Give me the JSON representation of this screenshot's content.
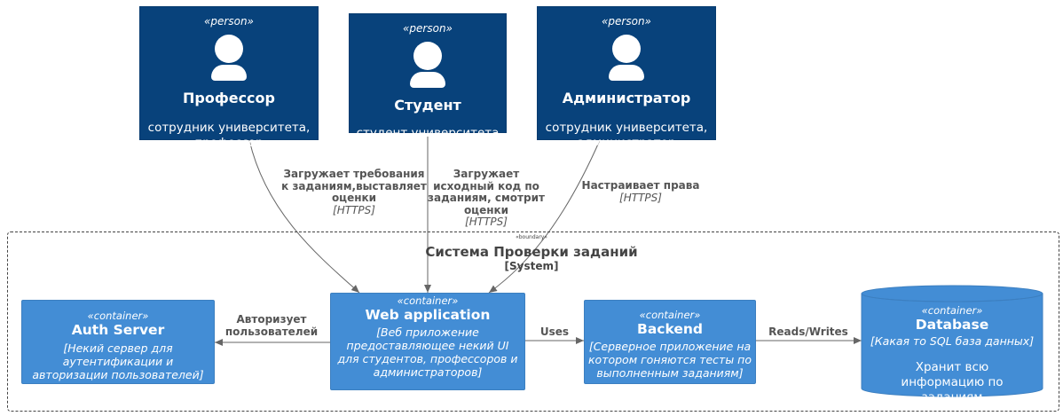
{
  "persons": {
    "professor": {
      "stereotype": "«person»",
      "name": "Профессор",
      "desc": "сотрудник университета, профессор"
    },
    "student": {
      "stereotype": "«person»",
      "name": "Студент",
      "desc": "студент университета"
    },
    "admin": {
      "stereotype": "«person»",
      "name": "Администратор",
      "desc": "сотрудник университета, администратор"
    }
  },
  "boundary": {
    "tag": "«boundary»",
    "title": "Система Проверки заданий",
    "subtitle": "[System]"
  },
  "containers": {
    "auth": {
      "stereotype": "«container»",
      "name": "Auth Server",
      "tech": "[Некий сервер для аутентификации и авторизации пользователей]"
    },
    "web": {
      "stereotype": "«container»",
      "name": "Web application",
      "tech": "[Веб приложение предоставляющее некий UI для студентов, профессоров и администраторов]"
    },
    "backend": {
      "stereotype": "«container»",
      "name": "Backend",
      "tech": "[Серверное приложение на котором гоняются тесты по выполненным заданиям]"
    },
    "db": {
      "stereotype": "«container»",
      "name": "Database",
      "tech": "[Какая то SQL база данных]",
      "desc": "Хранит всю информацию по заданиям"
    }
  },
  "relations": {
    "prof_web": {
      "label": "Загружает требования к заданиям,выставляет оценки",
      "tech": "[HTTPS]"
    },
    "student_web": {
      "label": "Загружает исходный код по заданиям, смотрит оценки",
      "tech": "[HTTPS]"
    },
    "admin_web": {
      "label": "Настраивает права",
      "tech": "[HTTPS]"
    },
    "web_auth": {
      "label": "Авторизует пользователей"
    },
    "web_backend": {
      "label": "Uses"
    },
    "backend_db": {
      "label": "Reads/Writes"
    }
  },
  "colors": {
    "person": "#08427b",
    "container": "#438dd5",
    "line": "#666666"
  }
}
